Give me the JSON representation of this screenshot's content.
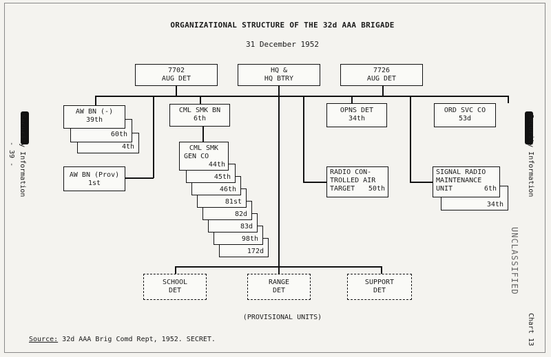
{
  "title": "ORGANIZATIONAL STRUCTURE OF THE 32d AAA BRIGADE",
  "date": "31 December 1952",
  "top_row": {
    "det_7702": [
      "7702",
      "AUG DET"
    ],
    "hq": [
      "HQ &",
      "HQ BTRY"
    ],
    "det_7726": [
      "7726",
      "AUG DET"
    ]
  },
  "aw_bn": {
    "label": "AW BN (-)",
    "units": [
      "39th",
      "60th",
      "4th"
    ]
  },
  "aw_bn_prov": [
    "AW BN (Prov)",
    "1st"
  ],
  "cml_smk_bn": [
    "CML SMK BN",
    "6th"
  ],
  "cml_smk_gen_co": {
    "label": [
      "CML SMK",
      "GEN CO"
    ],
    "units": [
      "44th",
      "45th",
      "46th",
      "81st",
      "82d",
      "83d",
      "98th",
      "172d"
    ]
  },
  "opns_det": [
    "OPNS DET",
    "34th"
  ],
  "ord_svc_co": [
    "ORD SVC CO",
    "53d"
  ],
  "radio_target": [
    "RADIO CON-",
    "TROLLED AIR",
    "TARGET",
    "50th"
  ],
  "signal_radio": {
    "label": [
      "SIGNAL RADIO",
      "MAINTENANCE",
      "UNIT"
    ],
    "units": [
      "6th",
      "34th"
    ]
  },
  "provisional": {
    "school": [
      "SCHOOL",
      "DET"
    ],
    "range": [
      "RANGE",
      "DET"
    ],
    "support": [
      "SUPPORT",
      "DET"
    ],
    "caption": "(PROVISIONAL UNITS)"
  },
  "security_left": "Security Information",
  "page_no": "- 39 -",
  "security_right": "Security Information",
  "stamp_text": "UNCLASSIFIED",
  "chart_no": "Chart 13",
  "source_label": "Source:",
  "source_text": " 32d AAA Brig Comd Rept, 1952.  SECRET."
}
